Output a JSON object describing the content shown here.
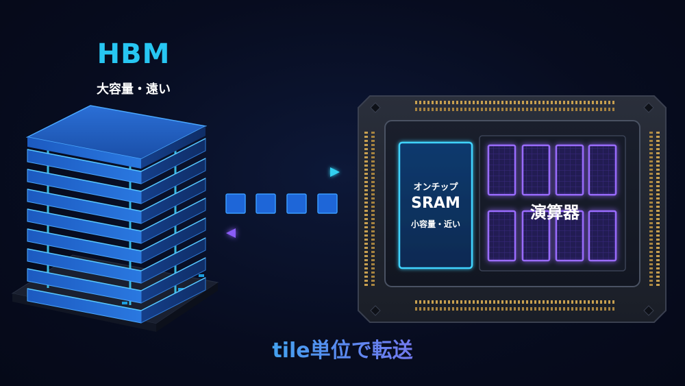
{
  "hbm": {
    "title": "HBM",
    "subtitle": "大容量・遠い"
  },
  "chip": {
    "sram": {
      "line1": "オンチップ",
      "line2": "SRAM",
      "line3": "小容量・近い"
    },
    "compute": {
      "label": "演算器"
    }
  },
  "caption": "tile単位で転送",
  "colors": {
    "cyan": "#27c6f2",
    "purple": "#8a5cf6",
    "background": "#070c1f",
    "gold": "#c8a050"
  }
}
